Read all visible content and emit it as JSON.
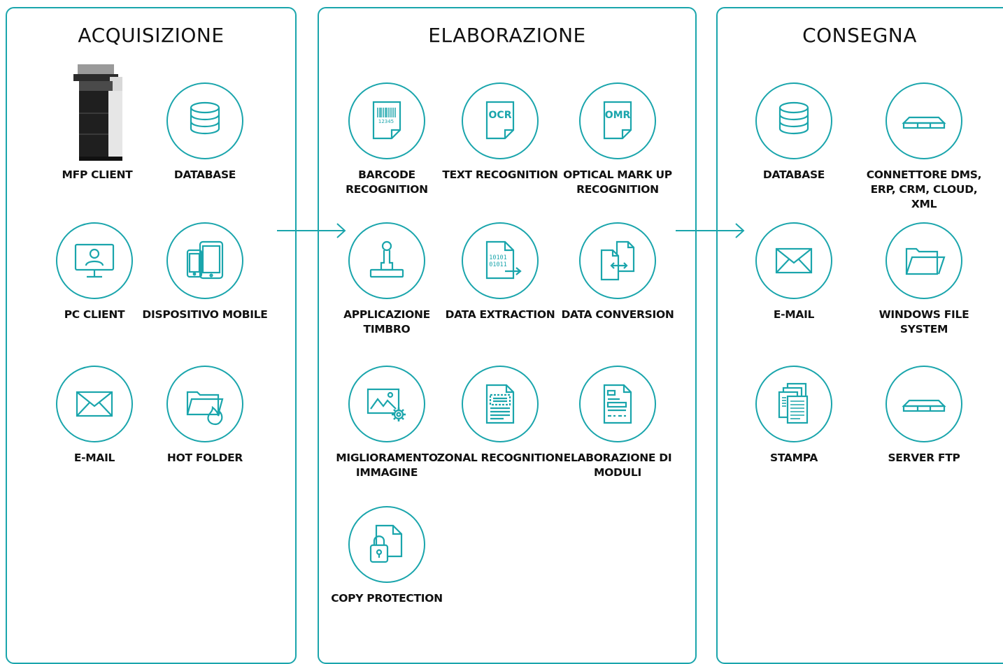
{
  "colors": {
    "accent": "#1aa5ac",
    "text": "#111111"
  },
  "columns": [
    {
      "title": "ACQUISIZIONE",
      "items": [
        {
          "label": "MFP CLIENT",
          "icon": "mfp-printer-photo"
        },
        {
          "label": "DATABASE",
          "icon": "database-icon"
        },
        {
          "label": "PC CLIENT",
          "icon": "pc-client-icon"
        },
        {
          "label": "DISPOSITIVO MOBILE",
          "icon": "mobile-devices-icon"
        },
        {
          "label": "E-MAIL",
          "icon": "envelope-icon"
        },
        {
          "label": "HOT FOLDER",
          "icon": "hot-folder-icon"
        }
      ]
    },
    {
      "title": "ELABORAZIONE",
      "items": [
        {
          "label": "BARCODE RECOGNITION",
          "icon": "barcode-document-icon",
          "icon_text": "12345"
        },
        {
          "label": "TEXT RECOGNITION",
          "icon": "ocr-document-icon",
          "icon_text": "OCR"
        },
        {
          "label": "OPTICAL MARK UP RECOGNITION",
          "icon": "omr-document-icon",
          "icon_text": "OMR"
        },
        {
          "label": "APPLICAZIONE TIMBRO",
          "icon": "stamp-icon"
        },
        {
          "label": "DATA EXTRACTION",
          "icon": "data-extraction-icon",
          "icon_text": [
            "10101",
            "01011"
          ]
        },
        {
          "label": "DATA CONVERSION",
          "icon": "data-conversion-icon"
        },
        {
          "label": "MIGLIORAMENTO IMMAGINE",
          "icon": "image-enhance-icon"
        },
        {
          "label": "ZONAL RECOGNITION",
          "icon": "zonal-document-icon"
        },
        {
          "label": "ELABORAZIONE DI MODULI",
          "icon": "form-document-icon"
        },
        {
          "label": "COPY PROTECTION",
          "icon": "copy-protection-lock-icon"
        }
      ]
    },
    {
      "title": "CONSEGNA",
      "items": [
        {
          "label": "DATABASE",
          "icon": "database-icon"
        },
        {
          "label": "CONNETTORE DMS, ERP, CRM, CLOUD, XML",
          "icon": "server-rack-icon"
        },
        {
          "label": "E-MAIL",
          "icon": "envelope-icon"
        },
        {
          "label": "WINDOWS FILE SYSTEM",
          "icon": "folder-icon"
        },
        {
          "label": "STAMPA",
          "icon": "print-stack-icon"
        },
        {
          "label": "SERVER FTP",
          "icon": "server-rack-icon"
        }
      ]
    }
  ]
}
